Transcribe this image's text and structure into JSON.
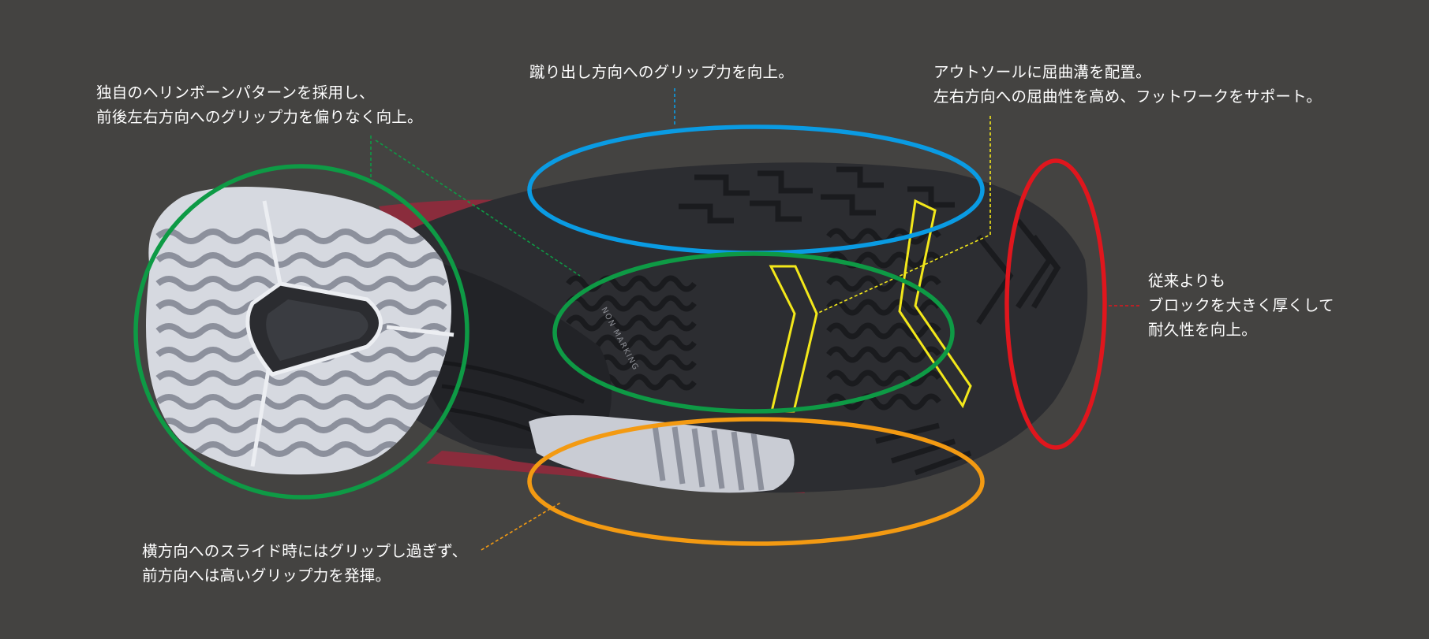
{
  "colors": {
    "background": "#444341",
    "text": "#ffffff",
    "herringbone": "#0e9a45",
    "kickoff": "#0a9be3",
    "flex": "#f3e81a",
    "durability": "#e0161d",
    "slide": "#f39a12",
    "sole_dark": "#2c2d31",
    "sole_light": "#c9ccd4",
    "upper": "#8a2c3c"
  },
  "sole": {
    "imprint": "NON MARKING"
  },
  "callouts": {
    "herringbone": {
      "lines": [
        "独自のヘリンボーンパターンを採用し、",
        "前後左右方向へのグリップ力を偏りなく向上。"
      ],
      "icon": "green-ellipse"
    },
    "kickoff": {
      "lines": [
        "蹴り出し方向へのグリップ力を向上。"
      ],
      "icon": "blue-ellipse"
    },
    "flex": {
      "lines": [
        "アウトソールに屈曲溝を配置。",
        "左右方向への屈曲性を高め、フットワークをサポート。"
      ],
      "icon": "yellow-outline"
    },
    "durability": {
      "lines": [
        "従来よりも",
        "ブロックを大きく厚くして",
        "耐久性を向上。"
      ],
      "icon": "red-ellipse"
    },
    "slide": {
      "lines": [
        "横方向へのスライド時にはグリップし過ぎず、",
        "前方向へは高いグリップ力を発揮。"
      ],
      "icon": "orange-ellipse"
    }
  }
}
